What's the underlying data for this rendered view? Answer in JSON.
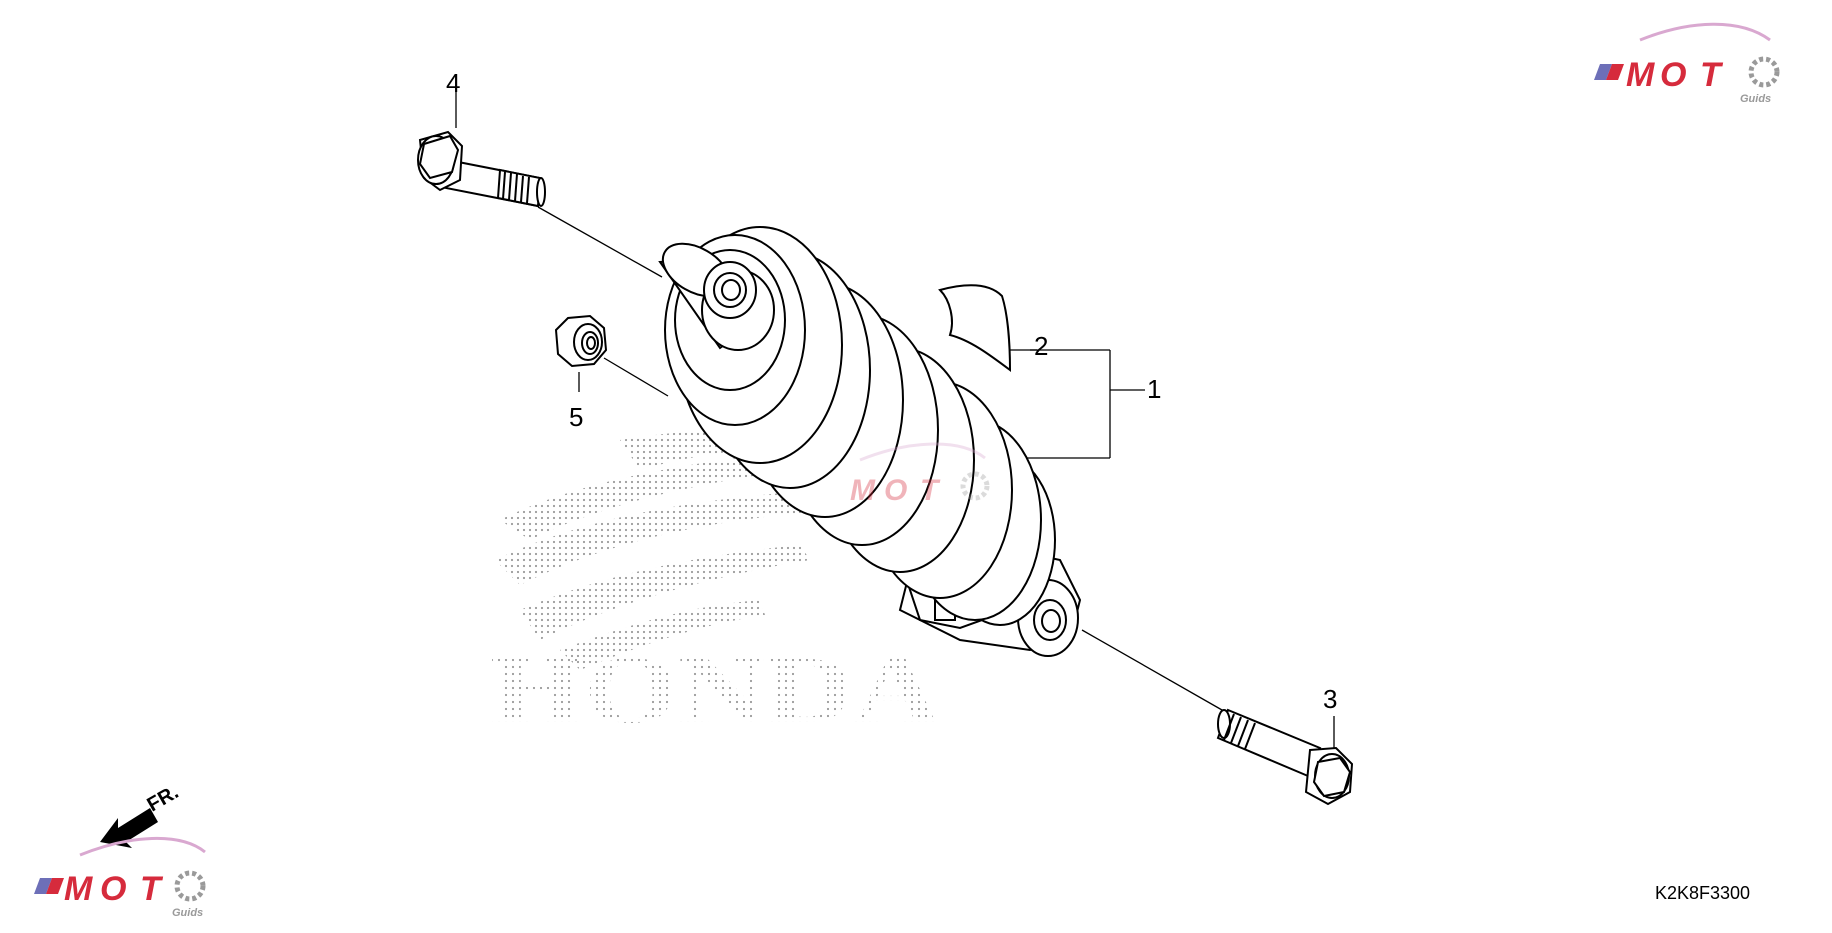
{
  "diagram": {
    "callouts": [
      {
        "id": "1",
        "label": "1"
      },
      {
        "id": "2",
        "label": "2"
      },
      {
        "id": "3",
        "label": "3"
      },
      {
        "id": "4",
        "label": "4"
      },
      {
        "id": "5",
        "label": "5"
      }
    ],
    "part_code": "K2K8F3300",
    "front_indicator": "FR.",
    "brand_watermark": "HONDA",
    "site_watermark": {
      "letters": [
        "M",
        "O",
        "T",
        "O"
      ],
      "tagline": "Guids",
      "colors": {
        "red": "#d62b3c",
        "blue": "#6d6fb8",
        "gray": "#9a9a9a"
      }
    }
  }
}
